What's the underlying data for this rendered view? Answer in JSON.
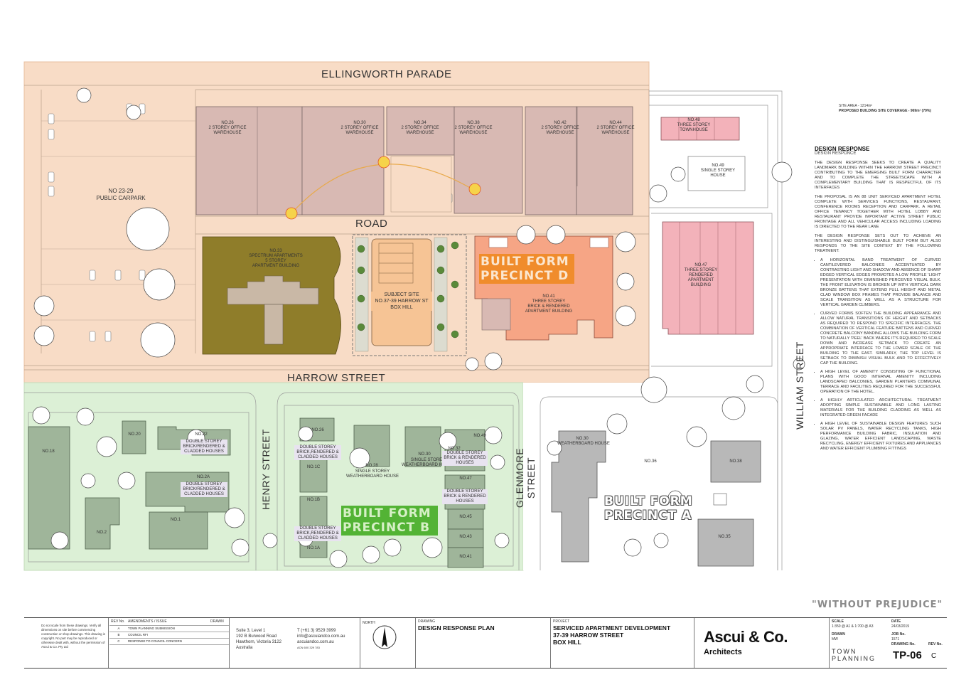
{
  "streets": {
    "ellingworth": "ELLINGWORTH PARADE",
    "road": "ROAD",
    "harrow": "HARROW STREET",
    "henry": "HENRY STREET",
    "glenmore": "GLENMORE STREET",
    "william": "WILLIAM STREET"
  },
  "buildings": {
    "no26": "No.26\n2 STOREY OFFICE\nWAREHOUSE",
    "no30": "No.30\n2 STOREY OFFICE\nWAREHOUSE",
    "no34": "No.34\n2 STOREY OFFICE\nWAREHOUSE",
    "no38": "No.38\n2 STOREY OFFICE\nWAREHOUSE",
    "no42": "No.42\n2 STOREY OFFICE\nWAREHOUSE",
    "no44": "No.44\n2 STOREY OFFICE\nWAREHOUSE",
    "carpark": "No 23-29\nPUBLIC CARPARK",
    "no33": "No.33\nSPECTRUM APARTMENTS\n5 STOREY\nAPARTMENT BUILDING",
    "subject": "SUBJECT SITE\nNo.37-39 HARROW ST\nBOX HILL",
    "no41": "No.41\nTHREE STOREY\nBRICK & RENDERED\nAPARTMENT BUILDING",
    "no48": "No.48\nTHREE STOREY\nTOWNHOUSE",
    "no49": "No.49\nSINGLE STOREY\nHOUSE",
    "no47": "No.47\nTHREE STOREY\nRENDERED\nAPARTMENT\nBUILDING",
    "no18": "No.18",
    "no20": "No.20",
    "no22": "No.22",
    "no2a": "No.2A",
    "no2": "No.2",
    "no1": "No.1",
    "dbl1": "DOUBLE STOREY\nBRICK/RENDERED &\nCLADDED HOUSES",
    "dbl2": "DOUBLE STOREY\nBRICK/RENDERED &\nCLADDED HOUSES",
    "no26b": "No.26",
    "dbl3": "DOUBLE STOREY\nBRICK,RENDERED &\nCLADDED HOUSES",
    "no1c": "No.1C",
    "no28": "No.28",
    "single1": "SINGLE STOREY\nWEATHERBOARD HOUSE",
    "no30b": "No.30",
    "single2": "SINGLE STOREY\nWEATHERBOARD HOUSE",
    "no1b": "No.1B",
    "dbl4": "DOUBLE STOREY\nBRICK,RENDERED &\nCLADDED HOUSES",
    "no1a": "No.1A",
    "no32": "No.32",
    "dbl5": "DOUBLE STOREY\nBRICK & RENDERED\nHOUSES",
    "no49b": "No.49",
    "no47b": "No.47",
    "dbl6": "DOUBLE STOREY\nBRICK & RENDERED\nHOUSES",
    "no45": "No.45",
    "no43": "No.43",
    "no41b": "No.41",
    "no30c": "No.30\nWEATHERBOARD HOUSE",
    "no36": "No.36",
    "no38b": "No.38",
    "no35": "No.35"
  },
  "precincts": {
    "d": "BUILT FORM\nPRECINCT D",
    "b": "BUILT FORM\nPRECINCT B",
    "a": "BUILT FORM\nPRECINCT A"
  },
  "site_area": {
    "line1": "SITE AREA - 1214m²",
    "line2": "PROPOSED BUILDING SITE COVERAGE - 969m² (79%)"
  },
  "design_response": {
    "heading": "DESIGN RESPONSE",
    "subheading": "DESIGN RESPONCE",
    "p1": "THE DESIGN RESPONSE SEEKS TO CREATE A QUALITY LANDMARK BUILDING WITHIN THE HARROW STREET PRECINCT CONTRIBUTING TO THE EMERGING BUILT FORM CHARACTER AND TO COMPLETE THE STREETSCAPE WITH A COMPLEMENTARY BUILDING THAT IS RESPECTFUL OF ITS INTERFACES",
    "p2": "THE PROPOSAL IS AN 88 UNIT SERVICED APARTMENT HOTEL COMPLETE WITH SERVICES FUNCTIONS, RESTAURANT, CONFERENCE ROOMS RECEPTION AND CARPARK. A RETAIL OFFICE TENANCY TOGETHER WITH HOTEL LOBBY AND RESTAURANT PROVIDE IMPORTANT ACTIVE STREET PUBLIC FRONTAGE AND ALL VEHICULAR ACCESS INCLUDING LOADING IS DIRECTED TO THE REAR LANE",
    "p3": "THE DESIGN RESPONSE SETS OUT TO ACHIEVE AN INTERESTING AND DISTINGUISHABLE BUILT FORM BUT ALSO RESPONDS TO THE SITE CONTEXT BY THE FOLLOWING TREATMENT:",
    "b1": "A HORIZONTAL BAND TREATMENT OF CURVED CANTILEVERED BALCONIES ACCENTUATED BY CONTRASTING LIGHT AND SHADOW AND ABSENCE OF SHARP EDGED VERTICAL EDGES PROMOTES A LOW PROFILE 'LIGHT' PRESENTATION WITH DIMINISHED PERCEIVED VISUAL BULK. THE FRONT ELEVATION IS BROKEN UP WITH VERTICAL DARK BRONZE BATTENS THAT EXTEND FULL HEIGHT AND METAL CLAD WINDOW BOX FRAMES THAT PROVIDE BALANCE AND SCALE TRANSITION AS WELL AS A STRUCTURE FOR VERTICAL GARDEN CLIMBERS.",
    "b2": "CURVED FORMS SOFTEN THE BUILDING APPEARANCE AND ALLOW NATURAL TRANSITIONS OF HEIGHT AND SETBACKS AS REQUIRED TO RESPOND TO SPECIFIC INTERFACES. THE COMBINATION OF VERTICAL FEATURE BATTENS AND CURVED CONCRETE BALCONY BANDING ALLOWS THE BUILDING FORM TO NATURALLY 'PEEL' BACK WHERE IT'S REQUIRED TO SCALE DOWN AND INCREASE SETBACK TO CREATE AN APPROPRIATE INTERFACE TO THE LOWER SCALE OF THE BUILDING TO THE EAST. SIMILARLY, THE TOP LEVEL IS SETBACK TO DIMINISH VISUAL BULK AND TO EFFECTIVELY CAP THE BUILDING.",
    "b3": "A HIGH LEVEL OF AMENITY CONSISTING OF FUNCTIONAL PLANS WITH GOOD INTERNAL AMENITY INCLUDING LANDSCAPED BALCONIES, GARDEN PLANTERS COMMUNAL TERRACE AND FACILITIES REQUIRED FOR THE SUCCESSFUL OPERATION OF THE HOTEL.",
    "b4": "A HIGHLY ARTICULATED ARCHITECTURAL TREATMENT ADOPTING SIMPLE SUSTAINABLE AND LONG LASTING MATERIALS FOR THE BUILDING CLADDING AS WELL AS INTEGRATED GREEN FACADE",
    "b5": "A HIGH LEVEL OF SUSTAINABLE DESIGN FEATURES SUCH SOLAR PV PANELS, WATER RECYCLING TANKS, HIGH PERFORMANCE BUILDING FABRIC, INSULATION AND GLAZING, WATER EFFICIENT LANDSCAPING, WASTE RECYCLING, ENERGY EFFICIENT FIXTURES AND APPLIANCES AND WATER EFFICIENT PLUMBING FITTINGS"
  },
  "without_prejudice": "\"WITHOUT PREJUDICE\"",
  "title_block": {
    "disclaimer": "Do not scale from these drawings. Verify all dimensions on site before commencing construction or shop drawings. This drawing is copyright. No part may be reproduced or otherwise dealt with, without the permission of Ascui & Co. Pty Ltd",
    "rev_header": "REV No.",
    "amend_header": "AMENDMENTS / ISSUE",
    "drawn_header": "DRAWN",
    "revs": [
      {
        "rev": "A",
        "desc": "TOWN PLANNING SUBMISSION"
      },
      {
        "rev": "B",
        "desc": "COUNCIL RFI"
      },
      {
        "rev": "C",
        "desc": "RESPONSE TO COUNCIL CONCERN"
      }
    ],
    "address1": "Suite 3, Level 1",
    "address2": "192 B Burwood Road",
    "address3": "Hawthorn, Victoria 3122",
    "address4": "Australia",
    "phone": "T   (+61 3) 9529 3999",
    "email": "info@ascuiandco.com.au",
    "web": "ascuiandco.com.au",
    "acn": "ACN 600 329 783",
    "north": "NORTH",
    "drawing_label": "DRAWING",
    "drawing_title": "DESIGN RESPONSE PLAN",
    "project_label": "PROJECT",
    "project1": "SERVICED APARTMENT DEVELOPMENT",
    "project2": "37-39 HARROW STREET",
    "project3": "BOX HILL",
    "firm": "Ascui & Co.",
    "firm_sub": "Architects",
    "scale_label": "SCALE",
    "scale": "1:350 @ A1 & 1:700 @ A3",
    "date_label": "DATE",
    "date": "24/03/2019",
    "drawn_label": "DRAWN",
    "drawn": "MW",
    "job_label": "JOB No.",
    "job": "1571",
    "town_planning": "TOWN\nPLANNING",
    "drawing_no_label": "DRAWING No.",
    "drawing_no": "TP-06",
    "rev_no_label": "REV No.",
    "rev_no": "C"
  },
  "colors": {
    "upper_zone": "#f8dcc6",
    "lower_zone": "#dcf0d6",
    "warehouse": "#d8b9b3",
    "spectrum": "#8f7d2a",
    "subject": "#f6c495",
    "no41": "#f6a585",
    "no47": "#f3b2ba",
    "houses_green": "#9fb59a",
    "houses_grey": "#b8b8b8",
    "precinct_d": "#f08c2c",
    "precinct_b": "#53b335"
  }
}
